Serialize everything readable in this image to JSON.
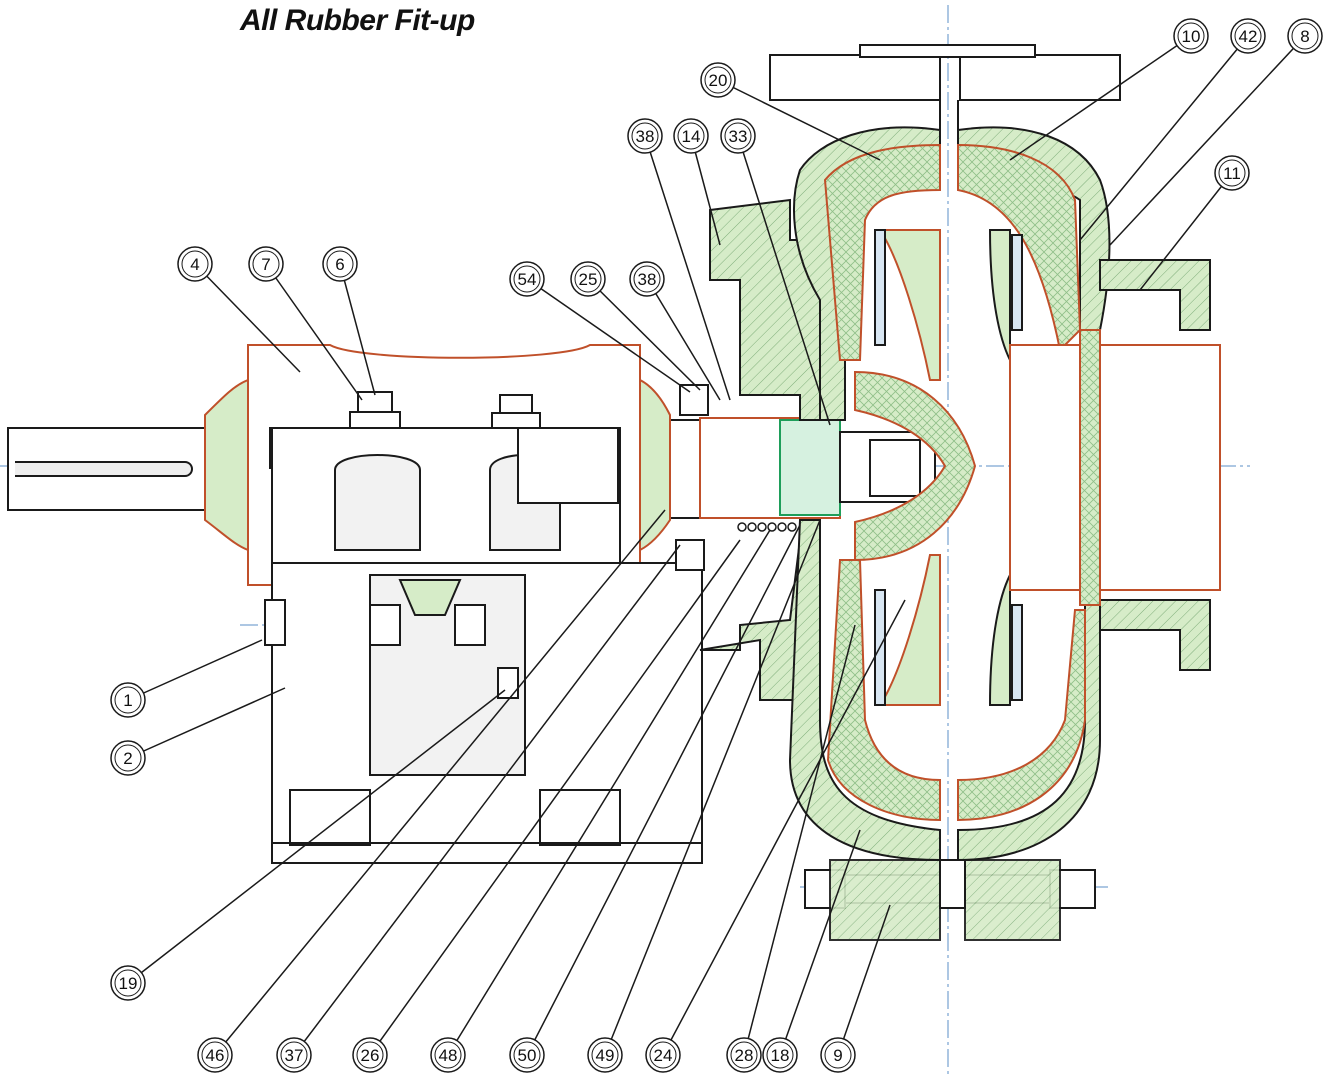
{
  "title": "All Rubber Fit-up",
  "colors": {
    "rubber_fill": "#d6ecc8",
    "rubber_line": "#c0502a",
    "metal_line": "#1a1a1a",
    "centerline": "#5b8fc7",
    "hatch": "#3a7a4a",
    "casting_fill": "#c9e3b8"
  },
  "callouts": [
    {
      "id": "c4",
      "label": "4"
    },
    {
      "id": "c7",
      "label": "7"
    },
    {
      "id": "c6",
      "label": "6"
    },
    {
      "id": "c54",
      "label": "54"
    },
    {
      "id": "c25",
      "label": "25"
    },
    {
      "id": "c38a",
      "label": "38"
    },
    {
      "id": "c38b",
      "label": "38"
    },
    {
      "id": "c14",
      "label": "14"
    },
    {
      "id": "c33",
      "label": "33"
    },
    {
      "id": "c20",
      "label": "20"
    },
    {
      "id": "c10",
      "label": "10"
    },
    {
      "id": "c42",
      "label": "42"
    },
    {
      "id": "c8",
      "label": "8"
    },
    {
      "id": "c11",
      "label": "11"
    },
    {
      "id": "c1",
      "label": "1"
    },
    {
      "id": "c2",
      "label": "2"
    },
    {
      "id": "c19",
      "label": "19"
    },
    {
      "id": "c46",
      "label": "46"
    },
    {
      "id": "c37",
      "label": "37"
    },
    {
      "id": "c26",
      "label": "26"
    },
    {
      "id": "c48",
      "label": "48"
    },
    {
      "id": "c50",
      "label": "50"
    },
    {
      "id": "c49",
      "label": "49"
    },
    {
      "id": "c24",
      "label": "24"
    },
    {
      "id": "c28",
      "label": "28"
    },
    {
      "id": "c18",
      "label": "18"
    },
    {
      "id": "c9",
      "label": "9"
    }
  ]
}
